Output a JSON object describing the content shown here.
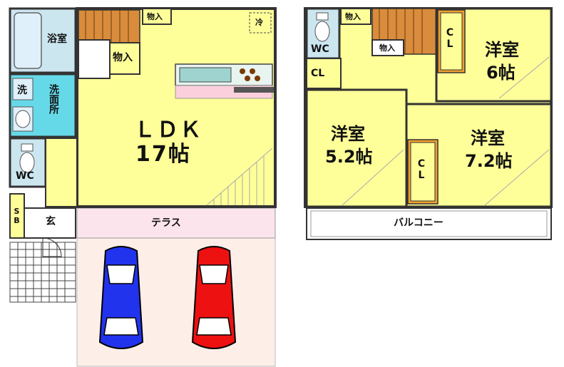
{
  "floor1": {
    "ldk": {
      "name": "ＬＤＫ",
      "size": "17帖"
    },
    "bath": "浴室",
    "washroom": "洗面所",
    "washer": "洗",
    "wc": "WC",
    "storage_stair": "物入",
    "storage_top": "物入",
    "fridge": "冷",
    "sb": "SB",
    "entrance": "玄",
    "terrace": "テラス"
  },
  "floor2": {
    "wc": "WC",
    "storage_a": "物入",
    "storage_b": "物入",
    "cl_left": "CL",
    "cl_top": "CL",
    "cl_bottom": "CL",
    "room_6": {
      "name": "洋室",
      "size": "6帖"
    },
    "room_52": {
      "name": "洋室",
      "size": "5.2帖"
    },
    "room_72": {
      "name": "洋室",
      "size": "7.2帖"
    },
    "balcony": "バルコニー"
  },
  "colors": {
    "room_yellow": "#ffff99",
    "wet_blue": "#cce6f0",
    "wash_cyan": "#66d9e8",
    "stair_orange": "#d98c3c",
    "closet_orange": "#f0a030",
    "terrace_pink": "#fce4ec",
    "parking_pink": "#fdeee8",
    "car_blue": "#2233ee",
    "car_red": "#ee1111"
  }
}
